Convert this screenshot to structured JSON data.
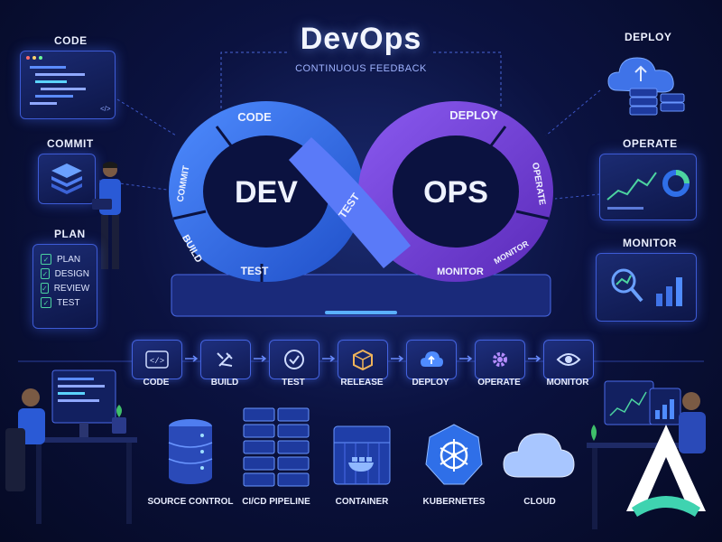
{
  "header": {
    "title": "DevOps",
    "subtitle": "CONTINUOUS FEEDBACK"
  },
  "left_side": {
    "code_label": "CODE",
    "commit_label": "COMMIT",
    "plan_label": "PLAN",
    "plan_items": [
      "PLAN",
      "DESIGN",
      "REVIEW",
      "TEST"
    ]
  },
  "right_side": {
    "deploy_label": "DEPLOY",
    "operate_label": "OPERATE",
    "monitor_label": "MONITOR"
  },
  "loop": {
    "dev": "DEV",
    "ops": "OPS",
    "code": "CODE",
    "test_bottom": "TEST",
    "build": "BUILD",
    "commit": "COMMIT",
    "test_mid": "TEST",
    "deploy": "DEPLOY",
    "operate": "OPERATE",
    "monitor": "MONITOR",
    "monitor2": "MONITOR"
  },
  "pipeline": [
    "CODE",
    "BUILD",
    "TEST",
    "RELEASE",
    "DEPLOY",
    "OPERATE",
    "MONITOR"
  ],
  "infra": [
    "SOURCE CONTROL",
    "CI/CD PIPELINE",
    "CONTAINER",
    "KUBERNETES",
    "CLOUD"
  ],
  "colors": {
    "dev_blue": "#2f6fe8",
    "ops_purple": "#7a3fd6",
    "accent": "#4cd3a0"
  }
}
